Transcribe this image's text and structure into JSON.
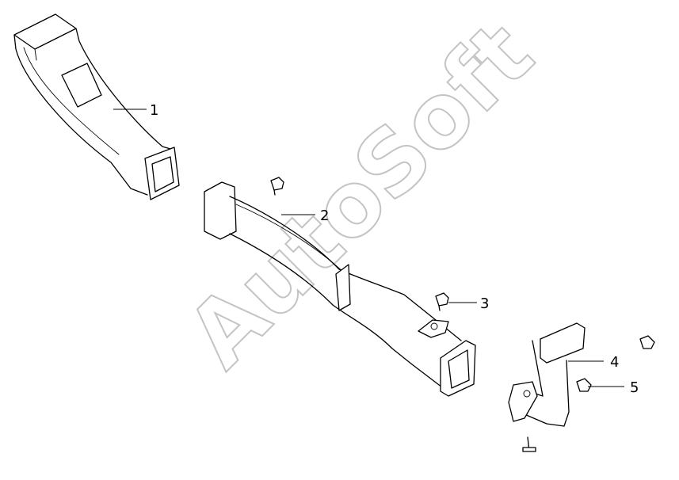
{
  "watermark": "AutoSoft",
  "callouts": [
    {
      "label": "1"
    },
    {
      "label": "2"
    },
    {
      "label": "3"
    },
    {
      "label": "4"
    },
    {
      "label": "5"
    }
  ]
}
